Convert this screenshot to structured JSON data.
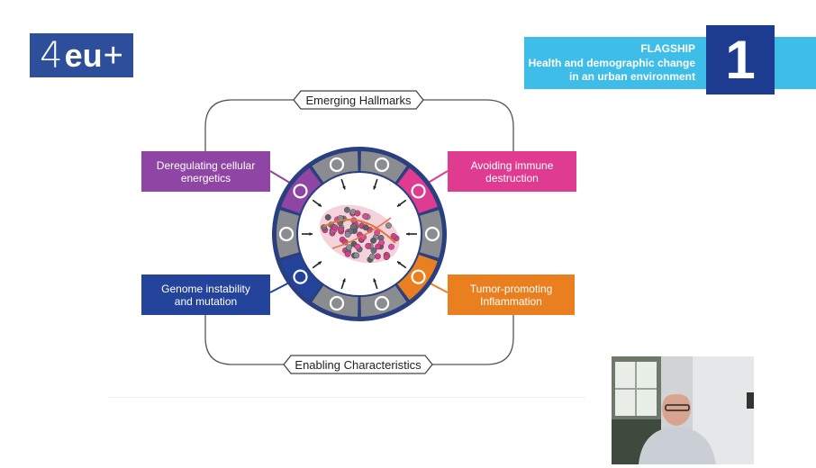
{
  "logo": {
    "part1": "4",
    "part2": "eu",
    "part3": "+"
  },
  "flagship": {
    "line1": "FLAGSHIP",
    "line2": "Health and demographic change",
    "line3": "in an urban environment",
    "number": "1"
  },
  "diagram": {
    "top_pill": "Emerging Hallmarks",
    "bottom_pill": "Enabling Characteristics",
    "boxes": [
      {
        "id": "energetics",
        "line1": "Deregulating cellular",
        "line2": "energetics",
        "color": "#8f45a3"
      },
      {
        "id": "immune",
        "line1": "Avoiding immune",
        "line2": "destruction",
        "color": "#df3b91"
      },
      {
        "id": "genome",
        "line1": "Genome instability",
        "line2": "and mutation",
        "color": "#24439b"
      },
      {
        "id": "inflammation",
        "line1": "Tumor-promoting",
        "line2": "Inflammation",
        "color": "#ea7f1f"
      }
    ],
    "wheel_colors": {
      "ring": "#2a3f7f",
      "segment_gray": "#8a8c8f",
      "segment_purple": "#8f45a3",
      "segment_pink": "#df3b91",
      "segment_orange": "#ea7f1f",
      "segment_blue": "#24439b"
    },
    "wheel_icons": [
      "arrow-up-right-icon",
      "prohibited-icon",
      "pacman-icon",
      "infinity-icon",
      "flame-icon",
      "ghost-icon",
      "vessel-icon",
      "dna-icon",
      "plus-icon",
      "atom-icon"
    ]
  },
  "webcam": {
    "icon": "presenter-video"
  }
}
